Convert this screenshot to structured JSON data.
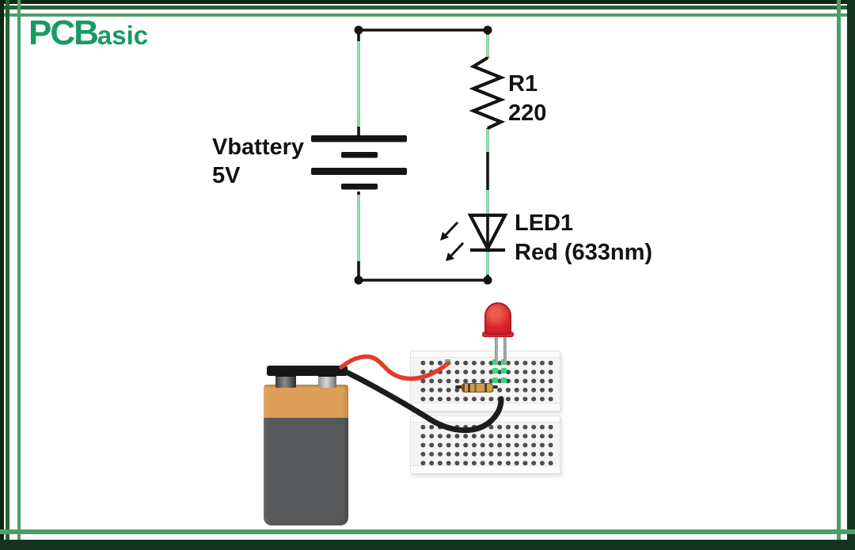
{
  "logo": {
    "part1": "PCB",
    "part2": "asic"
  },
  "schematic_labels": {
    "battery_name": "Vbattery",
    "battery_value": "5V",
    "resistor_name": "R1",
    "resistor_value": "220",
    "led_name": "LED1",
    "led_value": "Red (633nm)"
  },
  "diagram": {
    "type": "circuit-schematic-with-breadboard-photo",
    "components": [
      {
        "ref": "Vbattery",
        "value": "5V",
        "kind": "battery"
      },
      {
        "ref": "R1",
        "value": "220",
        "kind": "resistor"
      },
      {
        "ref": "LED1",
        "value": "Red (633nm)",
        "kind": "led"
      }
    ],
    "physical_items": [
      "9V battery",
      "red jumper wire",
      "black jumper wire",
      "breadboard",
      "220 ohm resistor",
      "red LED"
    ]
  },
  "colors": {
    "logo_green": "#1a9a60",
    "frame_dark": "#0e2715",
    "frame_mid": "#256338",
    "frame_light": "#4d9e66",
    "schematic_black": "#141414",
    "net_highlight_green": "#8fe3b4",
    "connected_hole_green": "#35da7f",
    "wire_red": "#e33b2e",
    "wire_black": "#1c1c1c",
    "led_red": "#d8232b",
    "battery_orange": "#dd9e57",
    "battery_gray": "#57585a",
    "breadboard_body": "#f4f4f2",
    "hole_gray": "#4d4d4d"
  }
}
